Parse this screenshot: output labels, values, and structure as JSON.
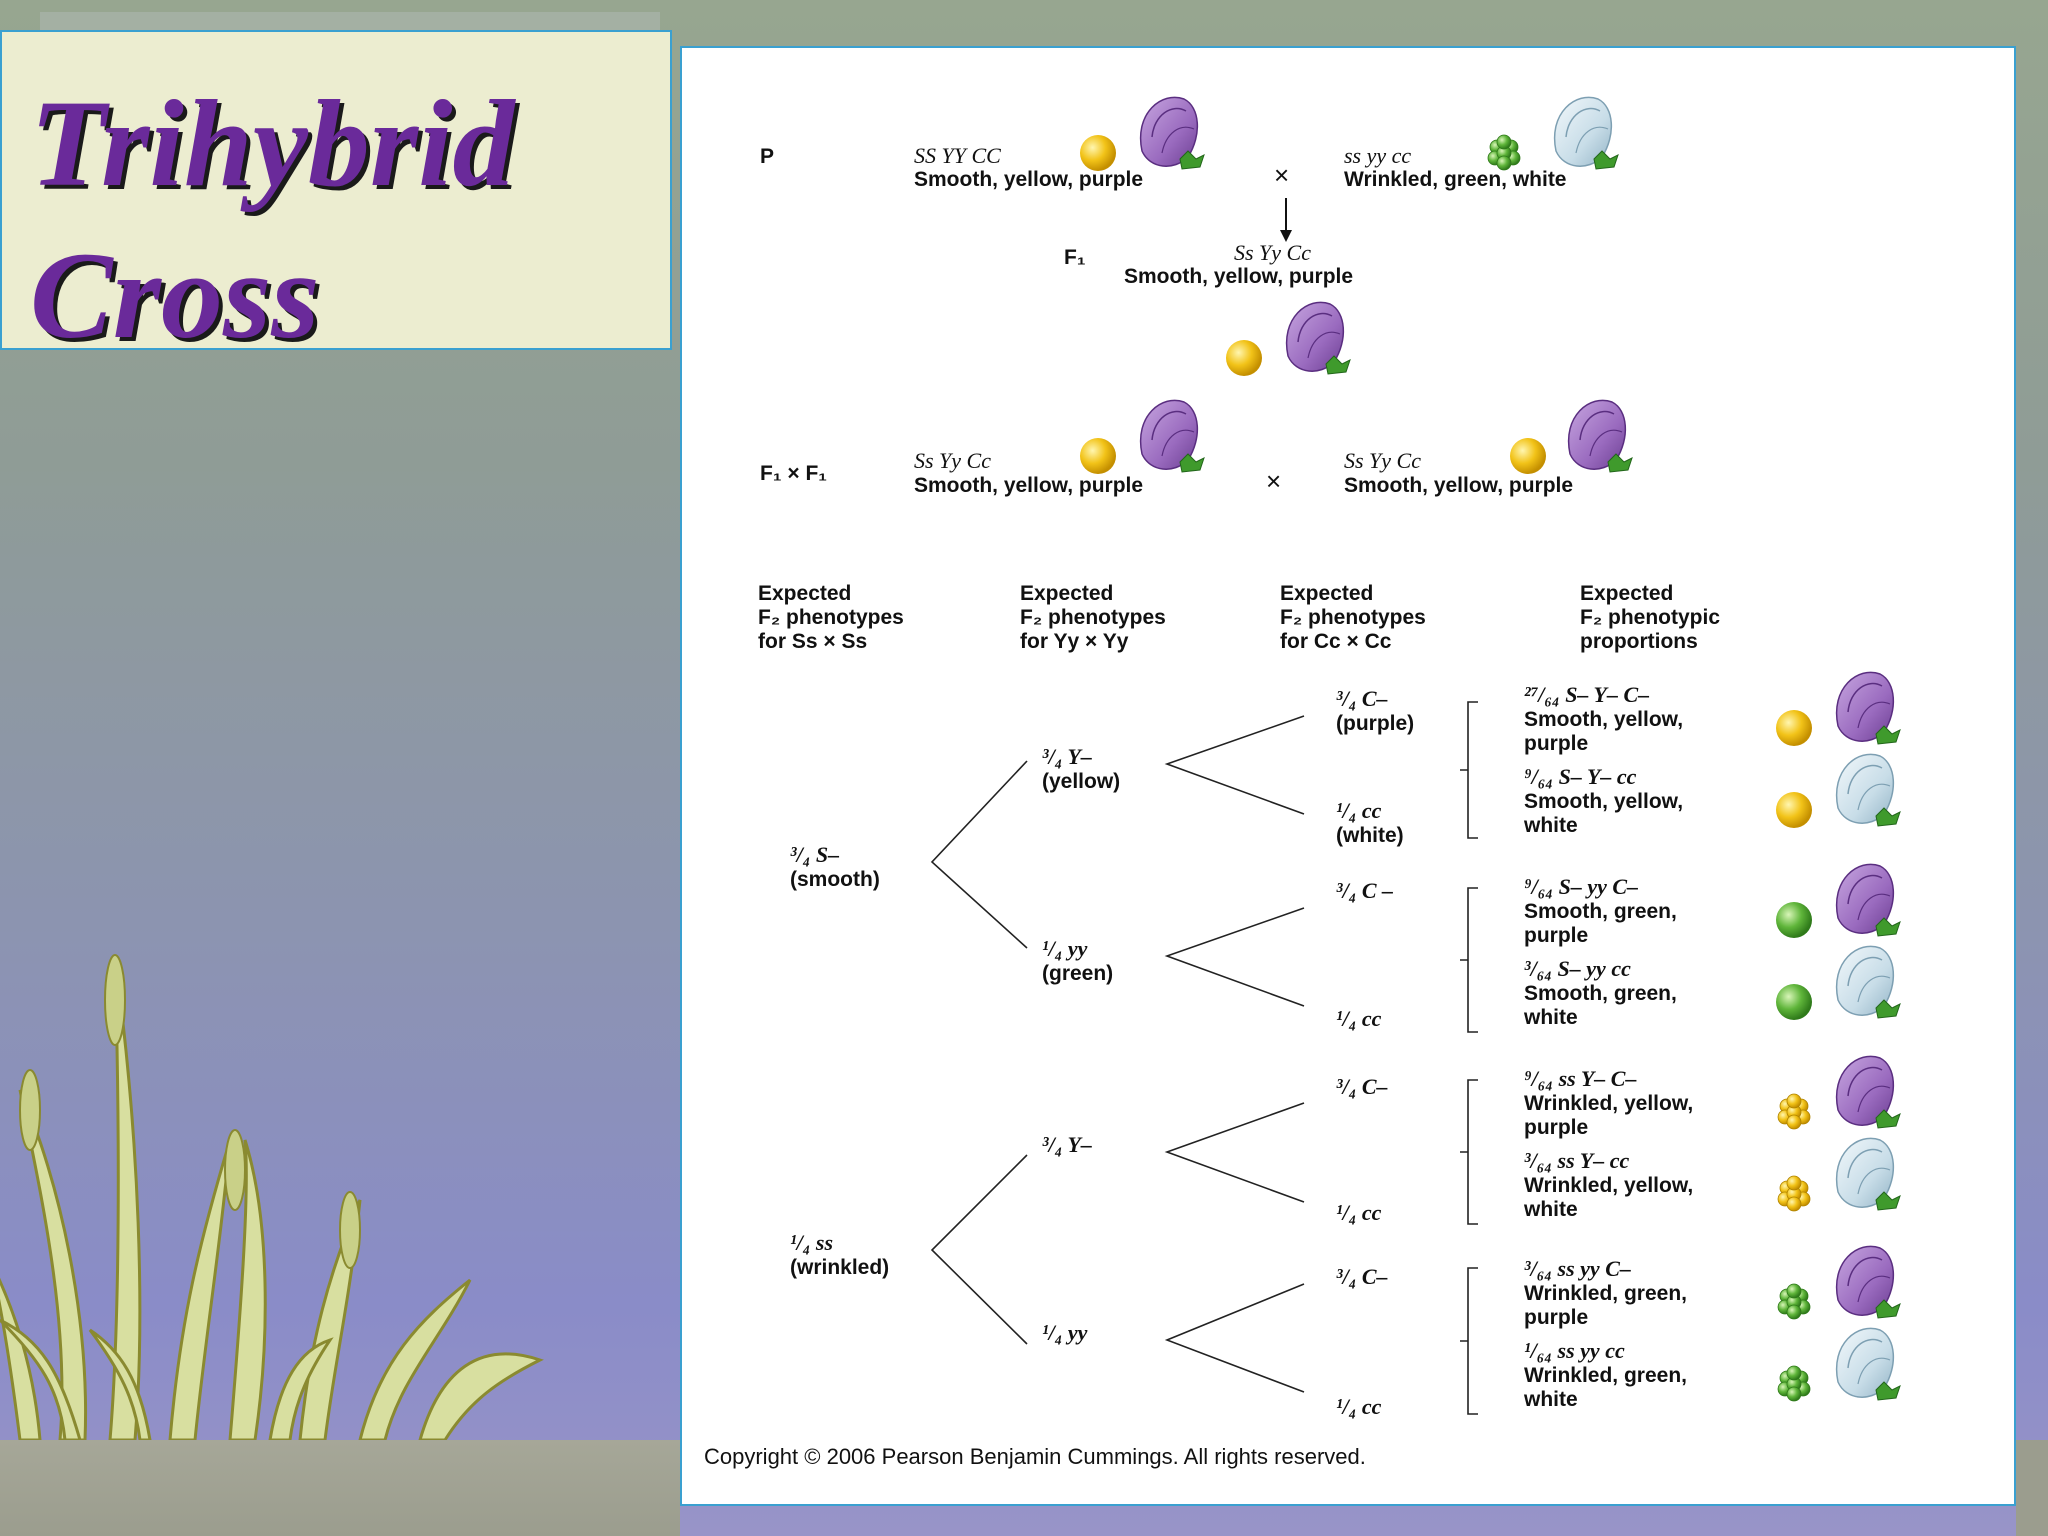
{
  "slide": {
    "title_line1": "Trihybrid",
    "title_line2": "Cross"
  },
  "colors": {
    "title": "#6a2a9a",
    "title_shadow": "#1a1a1a",
    "title_box_bg": "#ecedd0",
    "border": "#3aa0d0",
    "yellow_pea": "#f2c318",
    "green_pea": "#5fb53a",
    "purple_flower": "#9a6bbf",
    "white_flower": "#c8dde8"
  },
  "figure": {
    "p_label": "P",
    "p_left_genotype": "SS YY CC",
    "p_left_phenotype": "Smooth, yellow, purple",
    "p_cross": "×",
    "p_right_genotype": "ss yy cc",
    "p_right_phenotype": "Wrinkled, green, white",
    "f1_label": "F₁",
    "f1_genotype": "Ss Yy Cc",
    "f1_phenotype": "Smooth, yellow, purple",
    "f1xf1_label": "F₁ × F₁",
    "f1x_left_genotype": "Ss Yy Cc",
    "f1x_left_phenotype": "Smooth, yellow, purple",
    "f1x_cross": "×",
    "f1x_right_genotype": "Ss Yy Cc",
    "f1x_right_phenotype": "Smooth, yellow, purple",
    "headers": [
      {
        "l1": "Expected",
        "l2": "F₂ phenotypes",
        "l3": "for Ss × Ss"
      },
      {
        "l1": "Expected",
        "l2": "F₂ phenotypes",
        "l3": "for Yy × Yy"
      },
      {
        "l1": "Expected",
        "l2": "F₂ phenotypes",
        "l3": "for Cc × Cc"
      },
      {
        "l1": "Expected",
        "l2": "F₂ phenotypic",
        "l3": "proportions"
      }
    ],
    "s_branches": [
      {
        "frac": "³/₄ S–",
        "label": "(smooth)"
      },
      {
        "frac": "¹/₄ ss",
        "label": "(wrinkled)"
      }
    ],
    "y_branches": [
      {
        "frac": "³/₄ Y–",
        "label": "(yellow)"
      },
      {
        "frac": "¹/₄ yy",
        "label": "(green)"
      },
      {
        "frac": "³/₄ Y–",
        "label": ""
      },
      {
        "frac": "¹/₄ yy",
        "label": ""
      }
    ],
    "c_branches": [
      {
        "frac": "³/₄ C–",
        "label": "(purple)"
      },
      {
        "frac": "¹/₄ cc",
        "label": "(white)"
      },
      {
        "frac": "³/₄ C –",
        "label": ""
      },
      {
        "frac": "¹/₄ cc",
        "label": ""
      },
      {
        "frac": "³/₄ C–",
        "label": ""
      },
      {
        "frac": "¹/₄ cc",
        "label": ""
      },
      {
        "frac": "³/₄ C–",
        "label": ""
      },
      {
        "frac": "¹/₄ cc",
        "label": ""
      }
    ],
    "proportions": [
      {
        "frac": "²⁷/₆₄ S– Y– C–",
        "l1": "Smooth, yellow,",
        "l2": "purple",
        "pea": "yellow-smooth",
        "flower": "purple"
      },
      {
        "frac": "⁹/₆₄ S– Y– cc",
        "l1": "Smooth, yellow,",
        "l2": "white",
        "pea": "yellow-smooth",
        "flower": "white"
      },
      {
        "frac": "⁹/₆₄ S– yy C–",
        "l1": "Smooth, green,",
        "l2": "purple",
        "pea": "green-smooth",
        "flower": "purple"
      },
      {
        "frac": "³/₆₄ S– yy cc",
        "l1": "Smooth, green,",
        "l2": "white",
        "pea": "green-smooth",
        "flower": "white"
      },
      {
        "frac": "⁹/₆₄ ss Y– C–",
        "l1": "Wrinkled, yellow,",
        "l2": "purple",
        "pea": "yellow-wrinkled",
        "flower": "purple"
      },
      {
        "frac": "³/₆₄ ss Y– cc",
        "l1": "Wrinkled, yellow,",
        "l2": "white",
        "pea": "yellow-wrinkled",
        "flower": "white"
      },
      {
        "frac": "³/₆₄ ss yy C–",
        "l1": "Wrinkled, green,",
        "l2": "purple",
        "pea": "green-wrinkled",
        "flower": "purple"
      },
      {
        "frac": "¹/₆₄ ss yy cc",
        "l1": "Wrinkled, green,",
        "l2": "white",
        "pea": "green-wrinkled",
        "flower": "white"
      }
    ],
    "copyright": "Copyright © 2006 Pearson Benjamin Cummings. All rights reserved."
  }
}
